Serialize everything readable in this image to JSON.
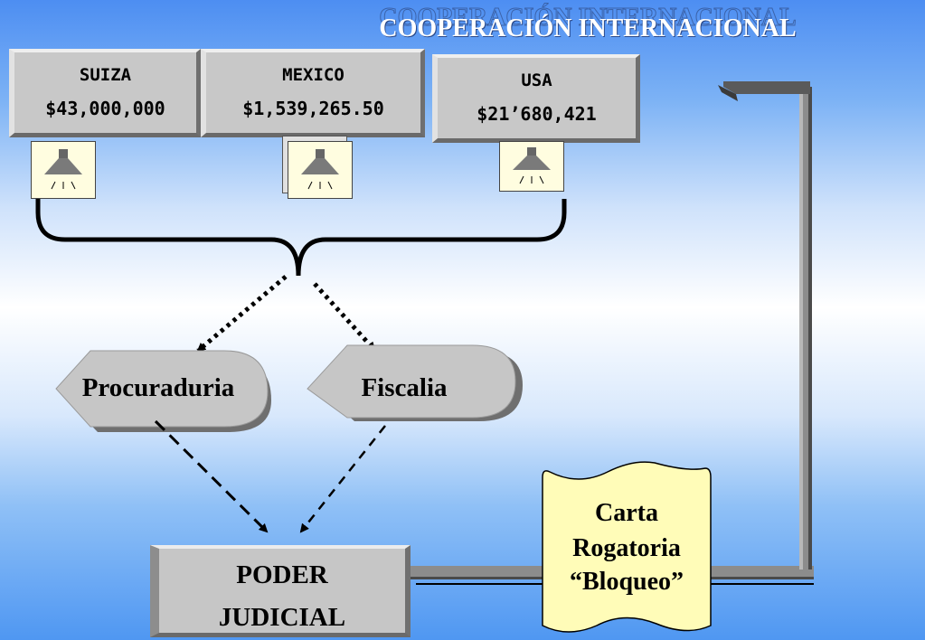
{
  "title": "COOPERACIÓN INTERNACIONAL",
  "countries": [
    {
      "name": "SUIZA",
      "amount": "$43,000,000"
    },
    {
      "name": "MEXICO",
      "amount": "$1,539,265.50"
    },
    {
      "name": "USA",
      "amount": "$21’680,421"
    }
  ],
  "nodes": {
    "procuraduria": "Procuraduria",
    "fiscalia": "Fiscalia",
    "poder_judicial_line1": "PODER",
    "poder_judicial_line2": "JUDICIAL"
  },
  "document": {
    "line1": "Carta",
    "line2": "Rogatoria",
    "line3": "“Bloqueo”"
  },
  "icons": [
    "spotlight-icon",
    "spotlight-icon",
    "spotlight-icon"
  ],
  "colors": {
    "background_top": "#4d8ef2",
    "box_fill": "#c8c8c8",
    "document_fill": "#fffcb8",
    "title_text": "#ffffff"
  }
}
